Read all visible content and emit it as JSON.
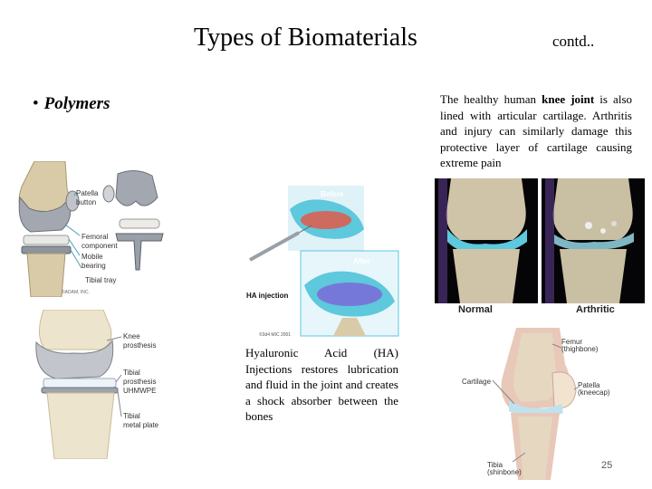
{
  "slide": {
    "title": "Types of Biomaterials",
    "contd": "contd..",
    "bullet": {
      "symbol": "•",
      "label": "Polymers"
    },
    "description_before": "The healthy human ",
    "description_bold": "knee joint",
    "description_after": " is also lined with articular cartilage. Arthritis and injury can similarly damage this protective layer of cartilage causing extreme pain",
    "ha_caption": "Hyaluronic Acid (HA) Injections restores lubrication and fluid in the joint and creates a shock absorber between the bones",
    "page_number": "25"
  },
  "figures": {
    "implant": {
      "labels": {
        "patella": "Patella",
        "button": "button",
        "femoral": "Femoral",
        "component": "component",
        "mobile": "Mobile",
        "bearing": "bearing",
        "tibial_tray": "Tibial tray"
      },
      "credit": "©ADAM, INC."
    },
    "prosthesis": {
      "labels": {
        "knee": "Knee",
        "prosthesis": "prosthesis",
        "tibial": "Tibial",
        "prosthesis2": "prosthesis",
        "uhmwpe": "UHMWPE",
        "tibial2": "Tibial",
        "metal_plate": "metal plate"
      }
    },
    "injection": {
      "before": "Before",
      "after": "After",
      "ha_injection": "HA injection",
      "credit": "©3d4 MIC 2001"
    },
    "comparison": {
      "normal": "Normal",
      "arthritic": "Arthritic"
    },
    "anatomy": {
      "labels": {
        "femur": "Femur",
        "thighbone": "(thighbone)",
        "cartilage": "Cartilage",
        "patella": "Patella",
        "kneecap": "(kneecap)",
        "tibia": "Tibia",
        "shinbone": "(shinbone)"
      }
    }
  },
  "colors": {
    "cartilage_blue": "#5ec8dc",
    "bone": "#d8c8a8",
    "metal": "#9aa0a8",
    "highlight_red": "#e05a4a",
    "purple_gel": "#7a6ad8"
  }
}
